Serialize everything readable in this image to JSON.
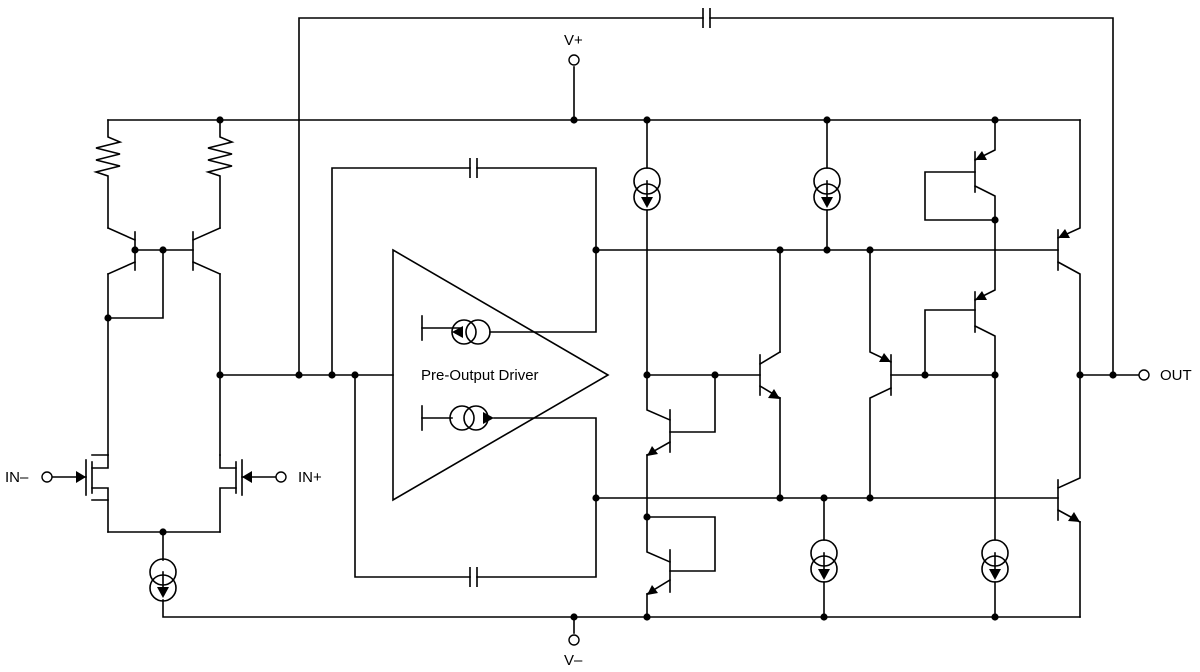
{
  "labels": {
    "v_plus": "V+",
    "v_minus": "V–",
    "in_minus": "IN–",
    "in_plus": "IN+",
    "out": "OUT",
    "driver": "Pre-Output Driver"
  }
}
